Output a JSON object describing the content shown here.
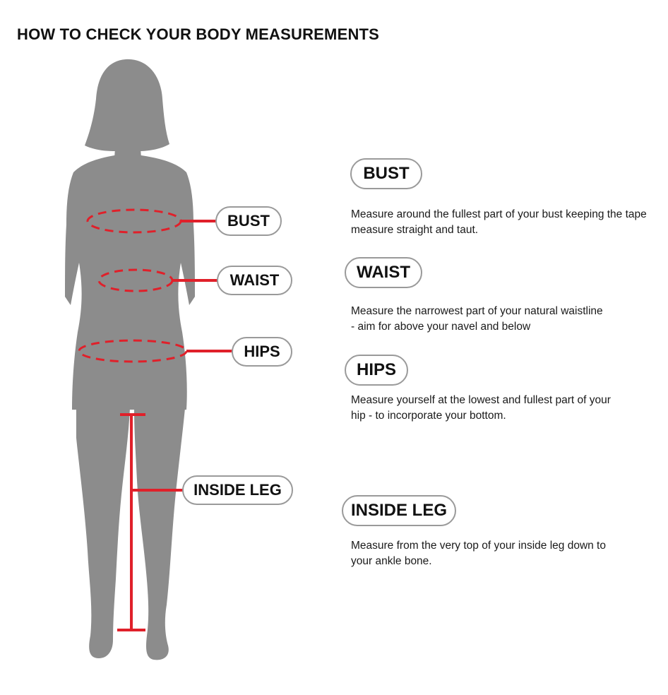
{
  "title": "HOW TO CHECK YOUR BODY MEASUREMENTS",
  "colors": {
    "silhouette": "#8c8c8c",
    "marker": "#e0202a",
    "pill_border": "#9a9a9a"
  },
  "figure_labels": {
    "bust": "BUST",
    "waist": "WAIST",
    "hips": "HIPS",
    "inside_leg": "INSIDE LEG"
  },
  "sections": [
    {
      "heading": "BUST",
      "text": "Measure around the fullest part of your bust keeping the tape measure straight and taut."
    },
    {
      "heading": "WAIST",
      "text": "Measure the narrowest part of your natural waistline - aim for above your navel and below"
    },
    {
      "heading": "HIPS",
      "text": "Measure yourself at the lowest and fullest part of your hip - to incorporate your bottom."
    },
    {
      "heading": "INSIDE LEG",
      "text": "Measure from the very top of your inside leg down to your ankle bone."
    }
  ]
}
